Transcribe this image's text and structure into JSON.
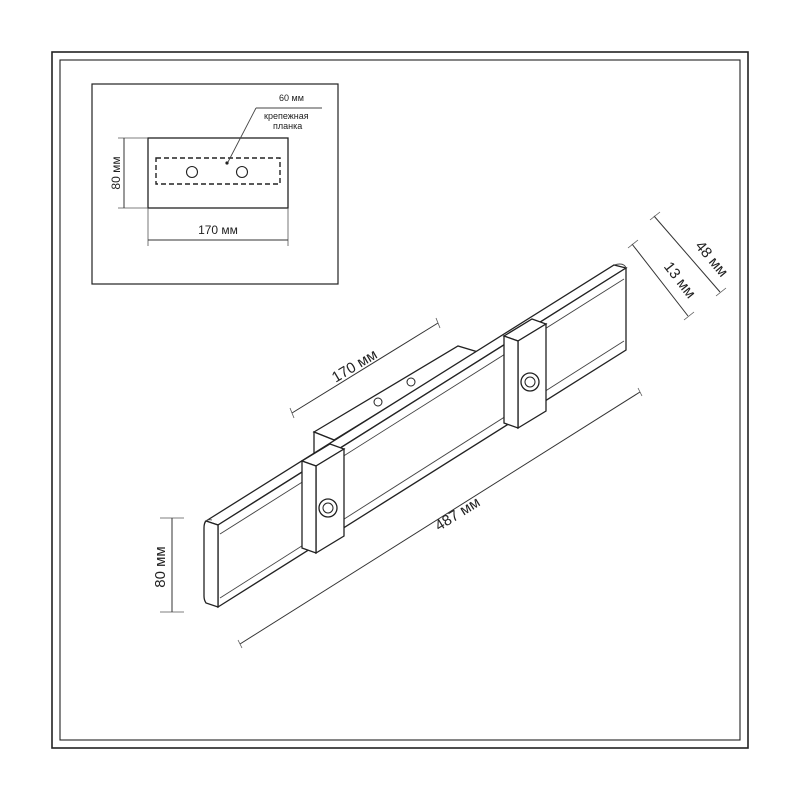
{
  "inset": {
    "dim_mount": "60 мм",
    "mount_label_line1": "крепежная",
    "mount_label_line2": "планка",
    "dim_height": "80 мм",
    "dim_width": "170 мм"
  },
  "main": {
    "dim_base": "170 мм",
    "dim_length": "487 мм",
    "dim_height": "80 мм",
    "dim_depth": "48 мм",
    "dim_thickness": "13 мм"
  }
}
